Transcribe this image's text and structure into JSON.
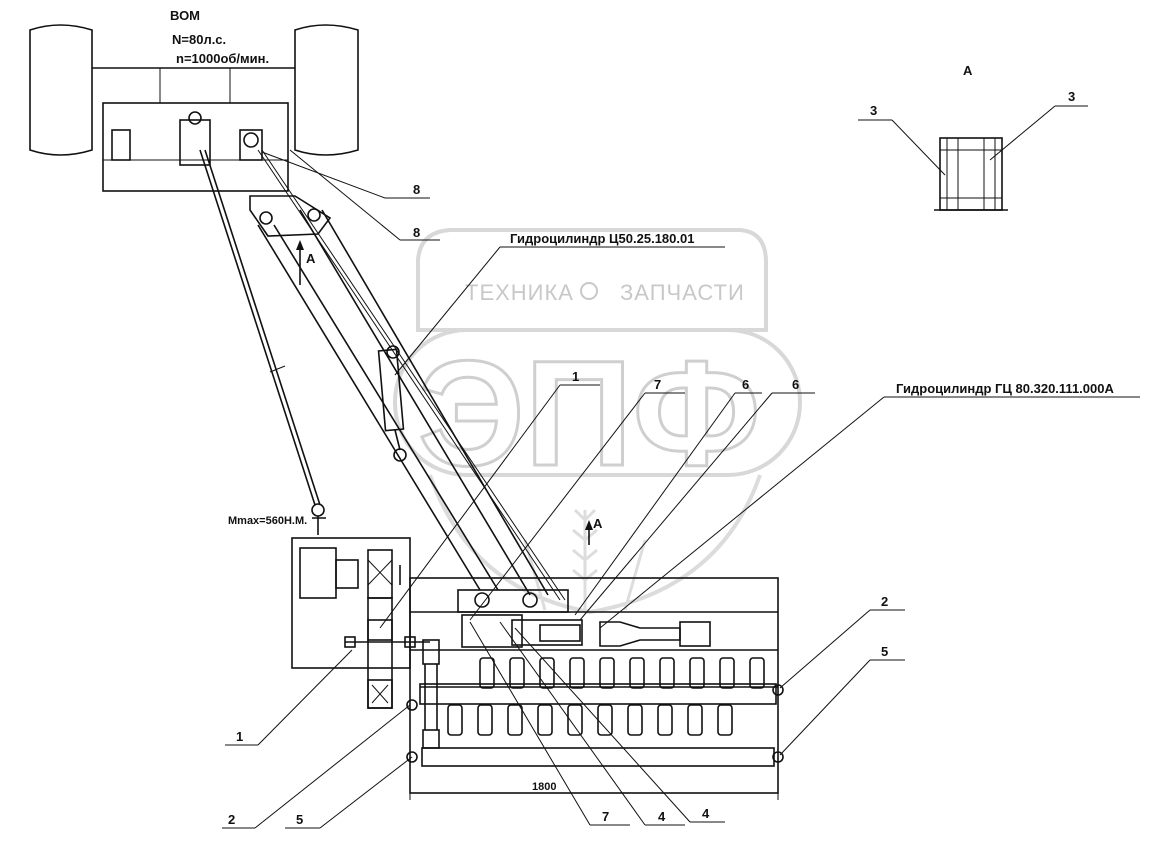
{
  "pto": {
    "title": "ВОМ",
    "power": "N=80л.с.",
    "speed": "n=1000об/мин."
  },
  "torque": "Mmax=560Н.М.",
  "view_label": "А",
  "view_detail": {
    "title": "А",
    "left_callout": "3",
    "right_callout": "3"
  },
  "cylinders": {
    "upper": "Гидроцилиндр Ц50.25.180.01",
    "right": "Гидроцилиндр ГЦ 80.320.111.000А"
  },
  "callouts": {
    "c8a": "8",
    "c8b": "8",
    "c1_top": "1",
    "c7_top": "7",
    "c6a": "6",
    "c6b": "6",
    "c2_right": "2",
    "c5_right": "5",
    "c1_bottom": "1",
    "c2_bottom": "2",
    "c5_bottom": "5",
    "c7_bottom": "7",
    "c4a": "4",
    "c4b": "4"
  },
  "dimension": "1800",
  "watermark": {
    "top": "ТЕХНИКА",
    "top2": "ЗАПЧАСТИ",
    "big": "ЭПФ"
  }
}
